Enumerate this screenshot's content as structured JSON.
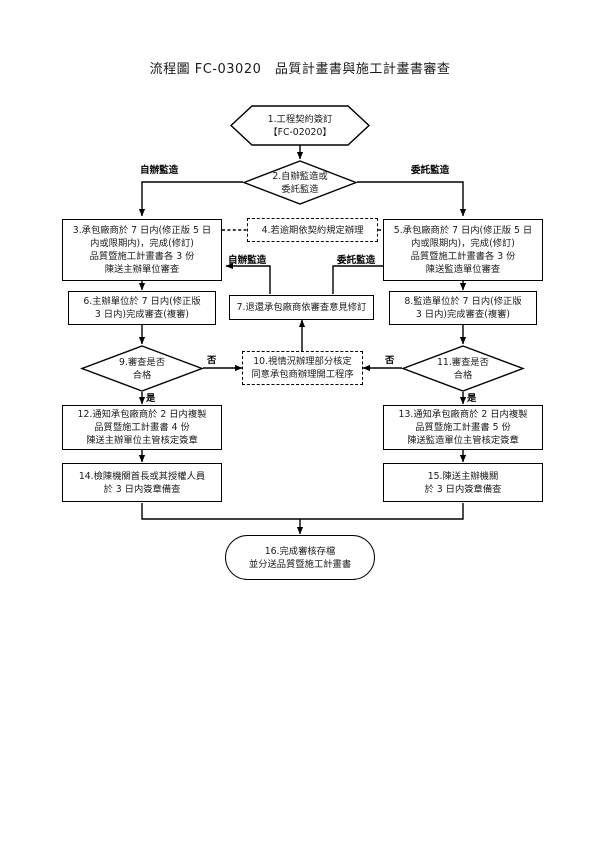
{
  "document": {
    "title": "流程圖 FC-03020　品質計畫書與施工計畫書審查"
  },
  "flowchart": {
    "type": "flowchart",
    "nodes": [
      {
        "id": "n1",
        "number": "1",
        "shape": "hexagon",
        "label": "1.工程契約簽訂\n【FC-02020】"
      },
      {
        "id": "n2",
        "number": "2",
        "shape": "diamond",
        "label": "2.自辦監造或\n委託監造"
      },
      {
        "id": "n3",
        "number": "3",
        "shape": "rect",
        "label": "3.承包廠商於 7 日内(修正版 5 日\n内或限期内)，完成(修訂)\n品質暨施工計畫書各 3 份\n陳送主辦單位審查"
      },
      {
        "id": "n4",
        "number": "4",
        "shape": "rect-dashed",
        "label": "4.若逾期依契約規定辦理"
      },
      {
        "id": "n5",
        "number": "5",
        "shape": "rect",
        "label": "5.承包廠商於 7 日内(修正版 5 日\n内或限期内)，完成(修訂)\n品質暨施工計畫書各 3 份\n陳送監造單位審查"
      },
      {
        "id": "n6",
        "number": "6",
        "shape": "rect",
        "label": "6.主辦單位於 7 日内(修正版\n3 日内)完成審查(複審)"
      },
      {
        "id": "n7",
        "number": "7",
        "shape": "rect",
        "label": "7.退還承包廠商依審查意見修訂"
      },
      {
        "id": "n8",
        "number": "8",
        "shape": "rect",
        "label": "8.監造單位於 7 日内(修正版\n3 日内)完成審查(複審)"
      },
      {
        "id": "n9",
        "number": "9",
        "shape": "diamond",
        "label": "9.審查是否\n合格"
      },
      {
        "id": "n10",
        "number": "10",
        "shape": "rect-dashed",
        "label": "10.視情況辦理部分核定\n同意承包商辦理開工程序"
      },
      {
        "id": "n11",
        "number": "11",
        "shape": "diamond",
        "label": "11.審查是否\n合格"
      },
      {
        "id": "n12",
        "number": "12",
        "shape": "rect",
        "label": "12.通知承包廠商於 2 日内複製\n品質暨施工計畫書 4 份\n陳送主辦單位主管核定簽章"
      },
      {
        "id": "n13",
        "number": "13",
        "shape": "rect",
        "label": "13.通知承包廠商於 2 日内複製\n品質暨施工計畫書 5 份\n陳送監造單位主管核定簽章"
      },
      {
        "id": "n14",
        "number": "14",
        "shape": "rect",
        "label": "14.檢陳機關首長或其授權人員\n於 3 日内簽章備查"
      },
      {
        "id": "n15",
        "number": "15",
        "shape": "rect",
        "label": "15.陳送主辦機關\n於 3 日内簽章備查"
      },
      {
        "id": "n16",
        "number": "16",
        "shape": "stadium",
        "label": "16.完成審核存檔\n並分送品質暨施工計畫書"
      }
    ],
    "edge_labels": [
      {
        "id": "e-self-top",
        "text": "自辦監造",
        "from": "n2",
        "to": "n3"
      },
      {
        "id": "e-entrust-top",
        "text": "委託監造",
        "from": "n2",
        "to": "n5"
      },
      {
        "id": "e-self-mid",
        "text": "自辦監造",
        "from": "n7",
        "to": "n3"
      },
      {
        "id": "e-entrust-mid",
        "text": "委託監造",
        "from": "n7",
        "to": "n5"
      },
      {
        "id": "e-no-left",
        "text": "否",
        "from": "n9",
        "to": "n10"
      },
      {
        "id": "e-no-right",
        "text": "否",
        "from": "n11",
        "to": "n10"
      },
      {
        "id": "e-yes-left",
        "text": "是",
        "from": "n9",
        "to": "n12"
      },
      {
        "id": "e-yes-right",
        "text": "是",
        "from": "n11",
        "to": "n13"
      }
    ],
    "colors": {
      "stroke": "#000000",
      "fill": "#ffffff",
      "text": "#1a1a1a"
    }
  }
}
